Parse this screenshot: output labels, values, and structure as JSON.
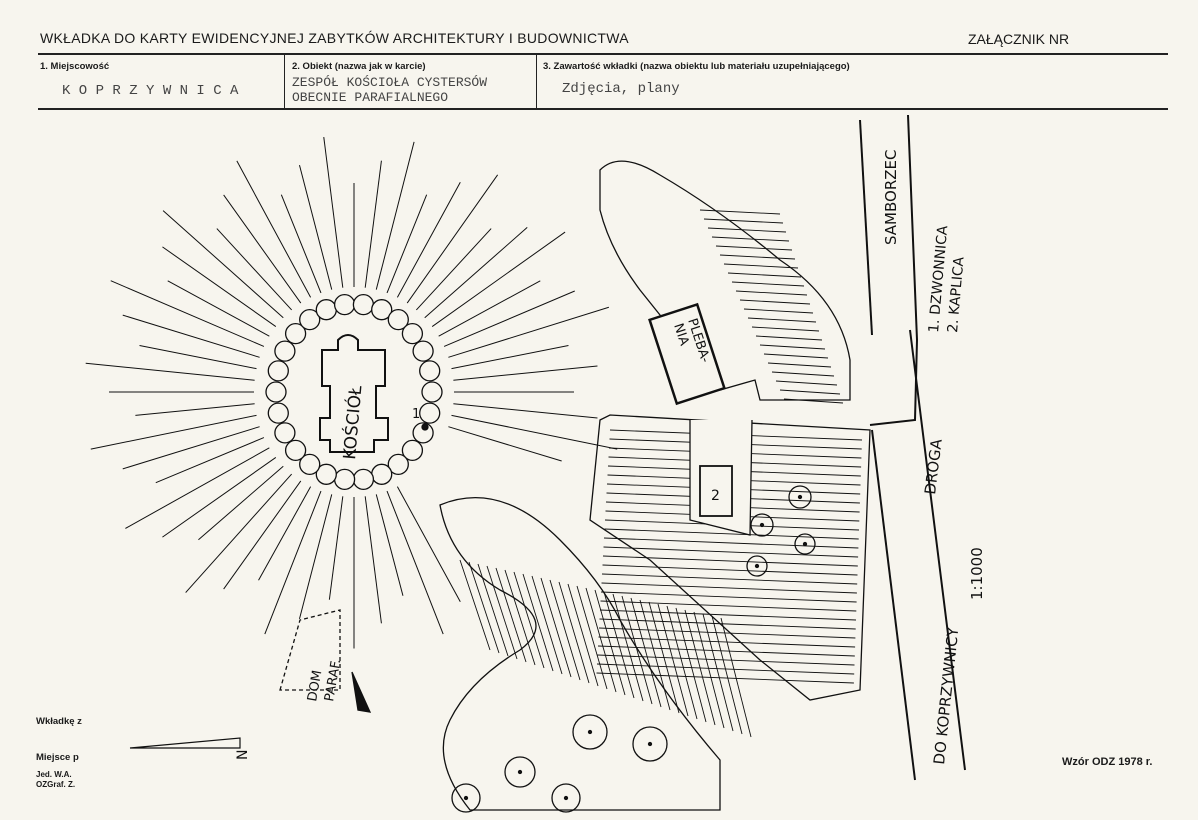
{
  "header": {
    "title": "WKŁADKA DO KARTY EWIDENCYJNEJ ZABYTKÓW ARCHITEKTURY I BUDOWNICTWA",
    "annex": "ZAŁĄCZNIK NR"
  },
  "fields": {
    "locality": {
      "label": "1. Miejscowość",
      "value": "K O P R Z Y W N I C A"
    },
    "object": {
      "label": "2. Obiekt (nazwa jak w karcie)",
      "value_line1": "ZESPÓŁ KOŚCIOŁA CYSTERSÓW",
      "value_line2": "OBECNIE PARAFIALNEGO"
    },
    "contents": {
      "label": "3. Zawartość wkładki (nazwa obiektu lub materiału uzupełniającego)",
      "value": "Zdjęcia, plany"
    }
  },
  "plan": {
    "church": "KOŚCIÓŁ",
    "rectory_line1": "PLEBA-",
    "rectory_line2": "NIA",
    "parish_house_line1": "DOM",
    "parish_house_line2": "PARAF.",
    "road_north": "SAMBORZEC",
    "legend_1": "1. DZWONNICA",
    "legend_2": "2. KAPLICA",
    "road_label": "DROGA",
    "road_dir": "DO KOPRZYWNICY",
    "scale": "1:1000",
    "marker_1": "1",
    "marker_2": "2",
    "north": "N"
  },
  "footer": {
    "prepared": "Wkładkę z",
    "place": "Miejsce p",
    "jed": "Jed. W.A.",
    "ozgraf": "OZGraf. Z.",
    "model": "Wzór ODZ 1978 r."
  }
}
